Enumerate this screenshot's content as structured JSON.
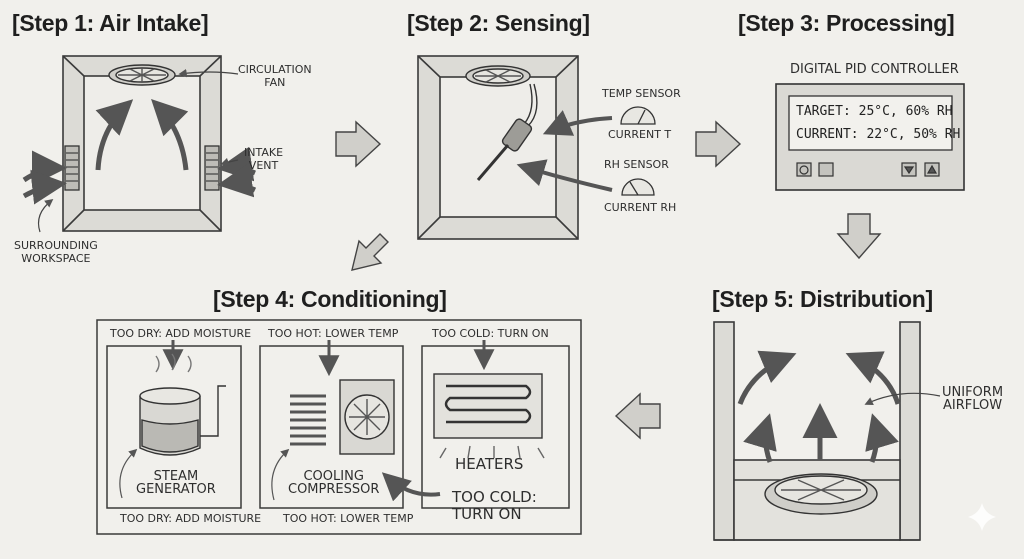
{
  "steps": {
    "step1": {
      "title": "[Step 1: Air Intake]",
      "circulation_fan": [
        "CIRCULATION",
        "FAN"
      ],
      "intake_vent": [
        "INTAKE",
        "VENT"
      ],
      "surrounding_workspace": [
        "SURROUNDING",
        "WORKSPACE"
      ]
    },
    "step2": {
      "title": "[Step 2: Sensing]",
      "temp_sensor": "TEMP SENSOR",
      "current_t": "CURRENT T",
      "rh_sensor": "RH SENSOR",
      "current_rh": "CURRENT RH"
    },
    "step3": {
      "title": "[Step 3: Processing]",
      "controller_label": "DIGITAL PID CONTROLLER",
      "target_line": "TARGET: 25°C, 60% RH",
      "current_line": "CURRENT: 22°C, 50% RH"
    },
    "step4": {
      "title": "[Step 4: Conditioning]",
      "dry_top": "TOO DRY: ADD MOISTURE",
      "hot_top": "TOO HOT: LOWER TEMP",
      "cold_top": "TOO COLD: TURN ON",
      "steam": [
        "STEAM",
        "GENERATOR"
      ],
      "cooling": [
        "COOLING",
        "COMPRESSOR"
      ],
      "heaters": "HEATERS",
      "dry_bottom": "TOO DRY: ADD MOISTURE",
      "hot_bottom": "TOO HOT: LOWER TEMP",
      "cold_bottom": [
        "TOO COLD:",
        "TURN ON"
      ]
    },
    "step5": {
      "title": "[Step 5: Distribution]",
      "uniform_airflow": [
        "UNIFORM",
        "AIRFLOW"
      ]
    }
  },
  "colors": {
    "background": "#f1f0ec",
    "ink": "#2b2b2b",
    "shade": "#d8d7d2"
  }
}
